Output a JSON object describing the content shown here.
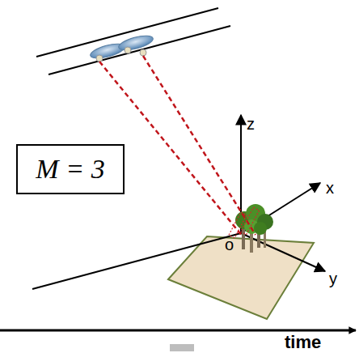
{
  "diagram": {
    "nodes": [
      {
        "text": [
          "M = 3"
        ]
      }
    ],
    "labels": [
      "z",
      "x",
      "o",
      "y",
      "time"
    ]
  }
}
